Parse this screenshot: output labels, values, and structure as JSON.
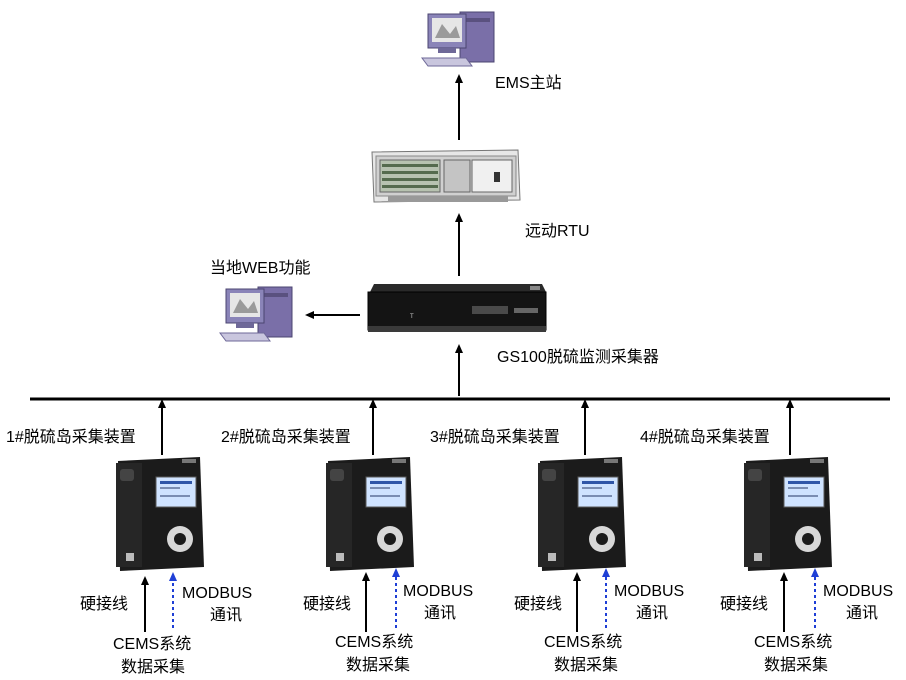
{
  "top": {
    "ems_label": "EMS主站",
    "rtu_label": "远动RTU",
    "web_label": "当地WEB功能",
    "gs100_label": "GS100脱硫监测采集器"
  },
  "units": [
    {
      "title": "1#脱硫岛采集装置",
      "hardwire": "硬接线",
      "modbus_1": "MODBUS",
      "modbus_2": "通讯",
      "cems_1": "CEMS系统",
      "cems_2": "数据采集"
    },
    {
      "title": "2#脱硫岛采集装置",
      "hardwire": "硬接线",
      "modbus_1": "MODBUS",
      "modbus_2": "通讯",
      "cems_1": "CEMS系统",
      "cems_2": "数据采集"
    },
    {
      "title": "3#脱硫岛采集装置",
      "hardwire": "硬接线",
      "modbus_1": "MODBUS",
      "modbus_2": "通讯",
      "cems_1": "CEMS系统",
      "cems_2": "数据采集"
    },
    {
      "title": "4#脱硫岛采集装置",
      "hardwire": "硬接线",
      "modbus_1": "MODBUS",
      "modbus_2": "通讯",
      "cems_1": "CEMS系统",
      "cems_2": "数据采集"
    }
  ],
  "colors": {
    "line": "#000000",
    "modbus_arrow": "#1f3fd6",
    "device_body": "#1b1b1b",
    "screen": "#cfe3ff"
  }
}
